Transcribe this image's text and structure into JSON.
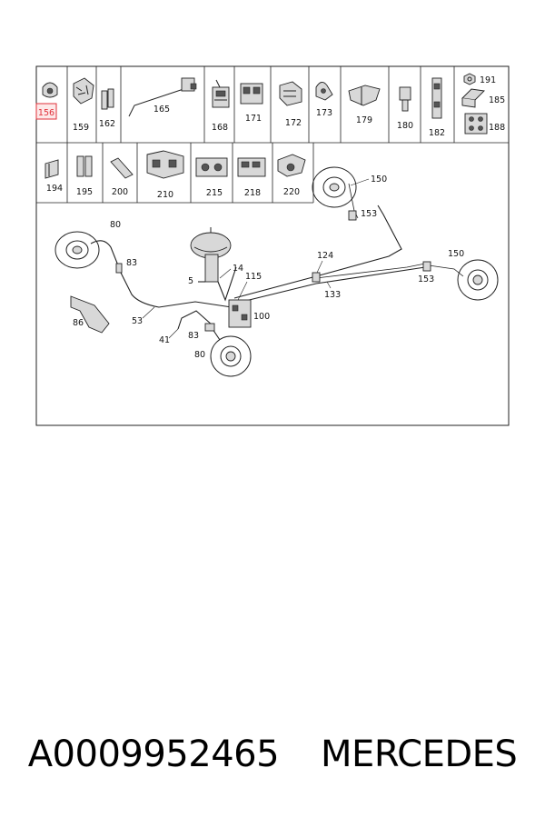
{
  "callouts": {
    "c156": "156",
    "c159": "159",
    "c162": "162",
    "c165": "165",
    "c168": "168",
    "c171": "171",
    "c172": "172",
    "c173": "173",
    "c179": "179",
    "c180": "180",
    "c182": "182",
    "c191": "191",
    "c185": "185",
    "c188": "188",
    "c194": "194",
    "c195": "195",
    "c200": "200",
    "c210": "210",
    "c215": "215",
    "c218": "218",
    "c220": "220",
    "c150a": "150",
    "c153a": "153",
    "c80a": "80",
    "c83a": "83",
    "c14": "14",
    "c5": "5",
    "c115": "115",
    "c124": "124",
    "c150b": "150",
    "c153b": "153",
    "c133": "133",
    "c86": "86",
    "c53": "53",
    "c100": "100",
    "c41": "41",
    "c83b": "83",
    "c80b": "80"
  },
  "highlight_color": "#e0303a",
  "caption": {
    "part_number": "A0009952465",
    "brand": "MERCEDES"
  }
}
